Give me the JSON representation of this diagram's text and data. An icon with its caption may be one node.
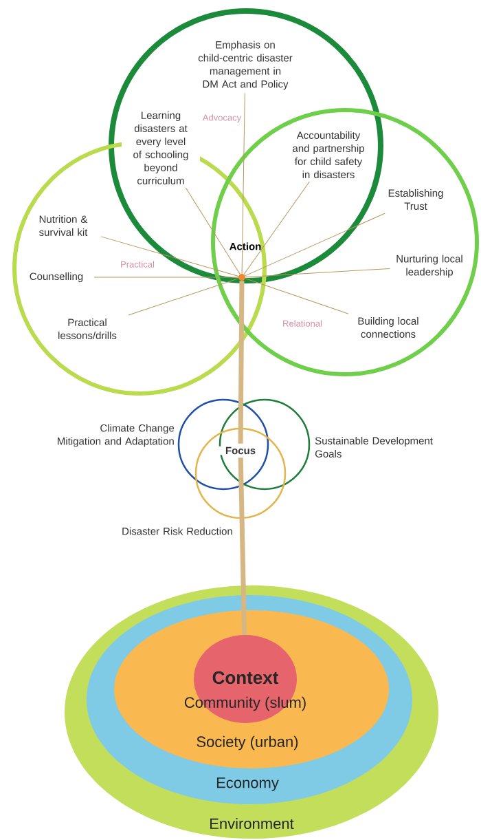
{
  "diagram": {
    "nodes": [
      {
        "text": [
          "Advocacy"
        ]
      },
      {
        "text": [
          "Emphasis on child-centric disaster management in DM Act and Policy"
        ],
        "in": 0
      },
      {
        "text": [
          "Learning disasters at every level of schooling beyond curriculum"
        ],
        "in": 0
      },
      {
        "text": [
          "Accountability and partnership for child safety in disasters"
        ]
      },
      {
        "text": [
          "Practical"
        ]
      },
      {
        "text": [
          "Nutrition & survival kit"
        ],
        "in": 4
      },
      {
        "text": [
          "Counselling"
        ],
        "in": 4
      },
      {
        "text": [
          "Practical lessons/drills"
        ],
        "in": 4
      },
      {
        "text": [
          "Relational"
        ]
      },
      {
        "text": [
          "Establishing Trust"
        ],
        "in": 8
      },
      {
        "text": [
          "Nurturing local leadership"
        ],
        "in": 8
      },
      {
        "text": [
          "Building local connections"
        ],
        "in": 8
      },
      {
        "text": [],
        "shape": "circle",
        "beside": [
          "Action"
        ]
      },
      {
        "text": [
          "Focus"
        ]
      },
      {
        "text": [
          "Environment"
        ]
      },
      {
        "text": [
          "Economy"
        ],
        "in": 14
      },
      {
        "text": [
          "Society (urban)"
        ],
        "in": 15
      },
      {
        "text": [
          "Context",
          "Community (slum)"
        ],
        "in": 16
      }
    ],
    "edges": [
      {
        "from": 12,
        "to": 1,
        "arrow": "none"
      },
      {
        "from": 12,
        "to": 2,
        "arrow": "none"
      },
      {
        "from": 12,
        "to": 3,
        "arrow": "none"
      },
      {
        "from": 12,
        "to": 5,
        "arrow": "none"
      },
      {
        "from": 12,
        "to": 6,
        "arrow": "none"
      },
      {
        "from": 12,
        "to": 7,
        "arrow": "none"
      },
      {
        "from": 12,
        "to": 9,
        "arrow": "none"
      },
      {
        "from": 12,
        "to": 10,
        "arrow": "none"
      },
      {
        "from": 12,
        "to": 11,
        "arrow": "none"
      },
      {
        "from": 17,
        "to": 13,
        "arrow": "none",
        "style": "thick"
      },
      {
        "from": 13,
        "to": 12,
        "arrow": "none",
        "style": "thick"
      }
    ],
    "labels": [
      "Climate Change Mitigation and Adaptation",
      "Sustainable Development Goals",
      "Disaster Risk Reduction"
    ]
  }
}
